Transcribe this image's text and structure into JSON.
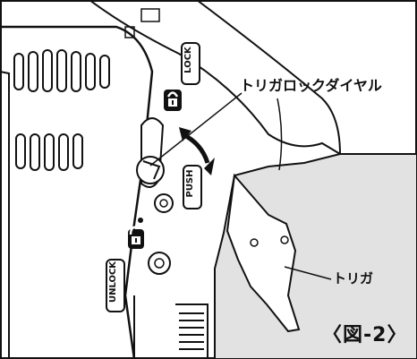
{
  "labels": {
    "dial": "トリガロックダイヤル",
    "trigger": "トリガ",
    "figure": "〈図-2〉"
  },
  "badges": {
    "lock": "LOCK",
    "push": "PUSH",
    "unlock": "UNLOCK"
  },
  "icons": [
    "lock-closed-icon",
    "lock-open-icon",
    "rotation-arrow-icon"
  ],
  "colors": {
    "line": "#111111",
    "trigger_fill": "#e2e2e2",
    "background": "#ffffff"
  }
}
